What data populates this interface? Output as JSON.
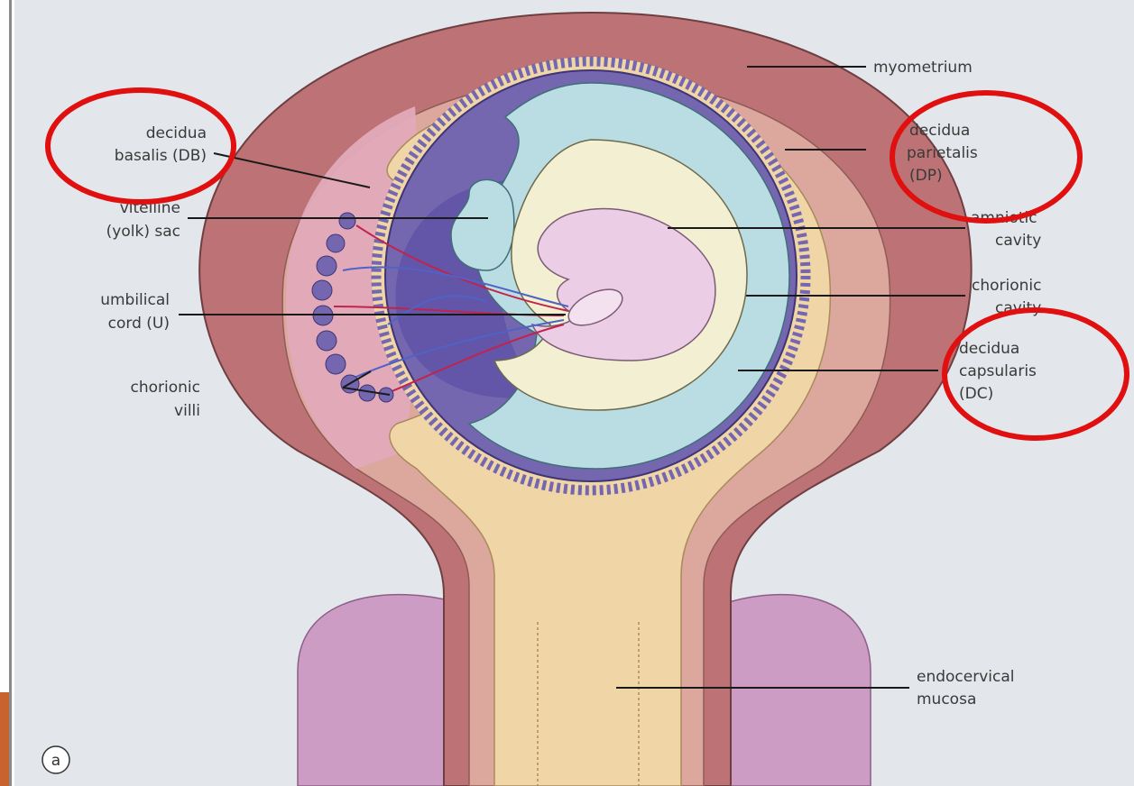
{
  "labels": {
    "myometrium": "myometrium",
    "decidua_basalis": [
      "decidua",
      "basalis (DB)"
    ],
    "decidua_parietalis": [
      "decidua",
      "parietalis",
      "(DP)"
    ],
    "vitelline_sac": [
      "vitelline",
      "(yolk) sac"
    ],
    "amniotic_cavity": [
      "amniotic",
      "cavity"
    ],
    "chorionic_cavity": [
      "chorionic",
      "cavity"
    ],
    "umbilical_cord": [
      "umbilical",
      "cord (U)"
    ],
    "decidua_capsularis": [
      "decidua",
      "capsularis",
      "(DC)"
    ],
    "chorionic_villi": [
      "chorionic",
      "villi"
    ],
    "endocervical_mucosa": [
      "endocervical",
      "mucosa"
    ],
    "panel_badge": "a"
  },
  "highlight": {
    "circled": [
      "decidua basalis (DB)",
      "decidua parietalis (DP)",
      "decidua capsularis (DC)"
    ],
    "circle_color": "#e01010"
  },
  "colors": {
    "background": "#e3e6ea",
    "myometrium": "#bd7375",
    "decidua_layer": "#dca79d",
    "decidua_basalis": "#e2aabb",
    "uterine_cavity": "#f0d6a6",
    "chorion": "#7467b0",
    "chorionic_cavity": "#b9dde3",
    "amnion": "#f2efd2",
    "embryo": "#ebcde5",
    "cervix_external": "#cd9cc4",
    "vessels_red": "#c0244d",
    "vessels_blue": "#4f63c6"
  }
}
